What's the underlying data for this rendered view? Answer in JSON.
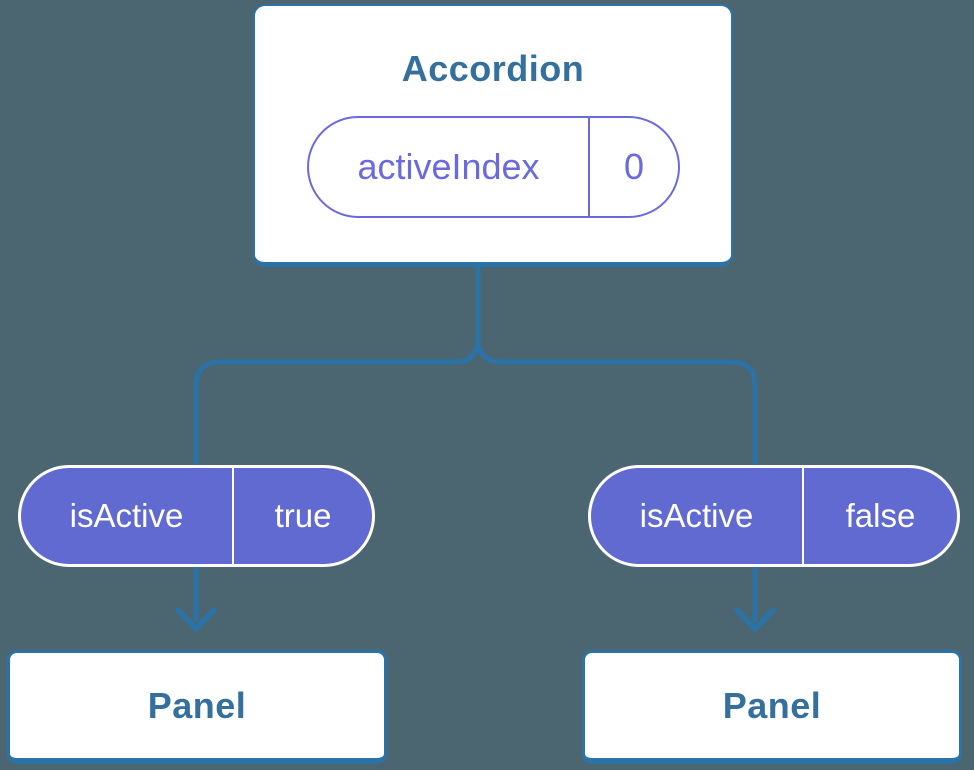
{
  "colors": {
    "background": "#4b6670",
    "node_fill": "#ffffff",
    "node_border": "#2b73a7",
    "node_text": "#356f9e",
    "connector_line": "#2b73a7",
    "prop_pill_fill": "#616ad1",
    "prop_pill_border": "#ffffff",
    "prop_pill_text": "#ffffff",
    "state_pill_outline": "#6a6ade",
    "state_pill_text": "#6a6ade"
  },
  "diagram": {
    "root": {
      "title": "Accordion",
      "state": {
        "name": "activeIndex",
        "value": "0"
      }
    },
    "branches": [
      {
        "prop": {
          "name": "isActive",
          "value": "true"
        },
        "child": {
          "title": "Panel"
        }
      },
      {
        "prop": {
          "name": "isActive",
          "value": "false"
        },
        "child": {
          "title": "Panel"
        }
      }
    ]
  }
}
